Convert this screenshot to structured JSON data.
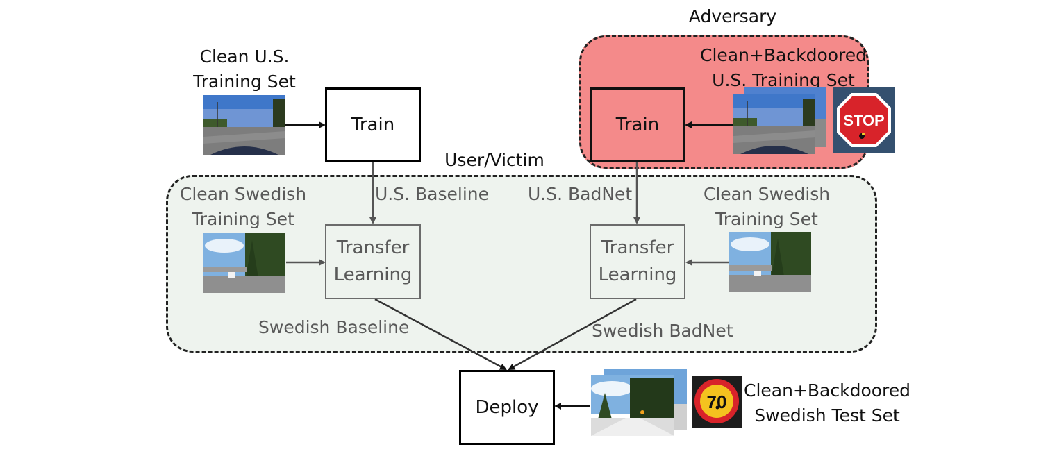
{
  "regions": {
    "victim_label": "User/Victim",
    "adversary_label": "Adversary"
  },
  "labels": {
    "clean_us_set": [
      "Clean U.S.",
      "Training Set"
    ],
    "backdoored_us_set": [
      "Clean+Backdoored",
      "U.S. Training Set"
    ],
    "clean_swedish_set_left": [
      "Clean Swedish",
      "Training Set"
    ],
    "clean_swedish_set_right": [
      "Clean Swedish",
      "Training Set"
    ],
    "test_set": [
      "Clean+Backdoored",
      "Swedish Test Set"
    ]
  },
  "boxes": {
    "train_user": "Train",
    "train_adversary": "Train",
    "transfer_left": [
      "Transfer",
      "Learning"
    ],
    "transfer_right": [
      "Transfer",
      "Learning"
    ],
    "deploy": "Deploy"
  },
  "edges": {
    "us_baseline": "U.S. Baseline",
    "us_badnet": "U.S. BadNet",
    "swedish_baseline": "Swedish Baseline",
    "swedish_badnet": "Swedish BadNet"
  },
  "signs": {
    "stop": "STOP",
    "speed": "70"
  },
  "colors": {
    "adversary_fill": "#f48a8a",
    "victim_fill": "#eef3ee",
    "edge_grey": "#6b6b6b"
  }
}
